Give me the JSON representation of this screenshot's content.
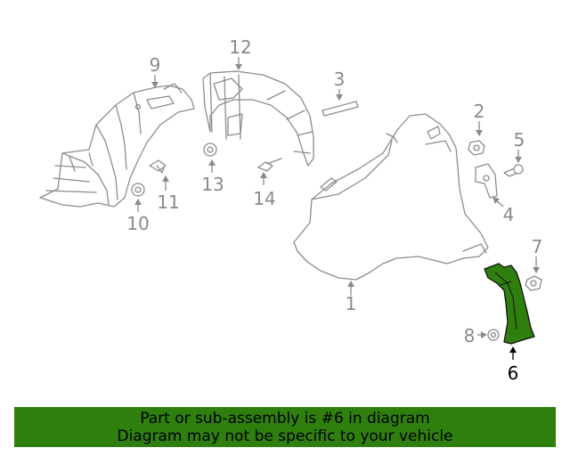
{
  "callouts": {
    "c1": "1",
    "c2": "2",
    "c3": "3",
    "c4": "4",
    "c5": "5",
    "c6": "6",
    "c7": "7",
    "c8": "8",
    "c9": "9",
    "c10": "10",
    "c11": "11",
    "c12": "12",
    "c13": "13",
    "c14": "14"
  },
  "highlight": {
    "part_number": "6",
    "color": "#2f7f0e"
  },
  "banner": {
    "line1": "Part or sub-assembly is #6 in diagram",
    "line2": "Diagram may not be specific to your vehicle",
    "color": "#2f7f0e"
  }
}
